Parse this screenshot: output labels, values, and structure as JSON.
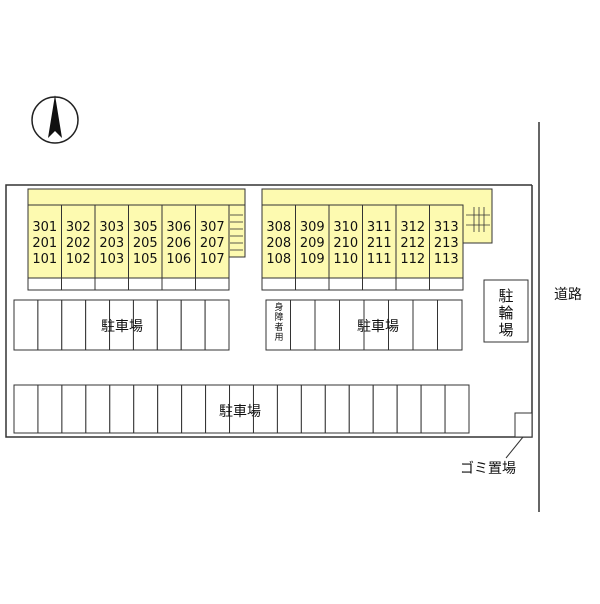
{
  "north_arrow": {
    "icon": "north-arrow-icon"
  },
  "building_left": {
    "units": [
      [
        "301",
        "201",
        "101"
      ],
      [
        "302",
        "202",
        "102"
      ],
      [
        "303",
        "203",
        "103"
      ],
      [
        "305",
        "205",
        "105"
      ],
      [
        "306",
        "206",
        "106"
      ],
      [
        "307",
        "207",
        "107"
      ]
    ]
  },
  "building_right": {
    "units": [
      [
        "308",
        "208",
        "108"
      ],
      [
        "309",
        "209",
        "109"
      ],
      [
        "310",
        "210",
        "110"
      ],
      [
        "311",
        "211",
        "111"
      ],
      [
        "312",
        "212",
        "112"
      ],
      [
        "313",
        "213",
        "113"
      ]
    ]
  },
  "parking": {
    "label": "駐車場",
    "accessible_label": "身障者用"
  },
  "bicycle_parking": {
    "label": "駐輪場"
  },
  "road": {
    "label": "道路"
  },
  "garbage": {
    "label": "ゴミ置場"
  },
  "colors": {
    "building_fill": "#fdfab0",
    "line": "#333333"
  }
}
